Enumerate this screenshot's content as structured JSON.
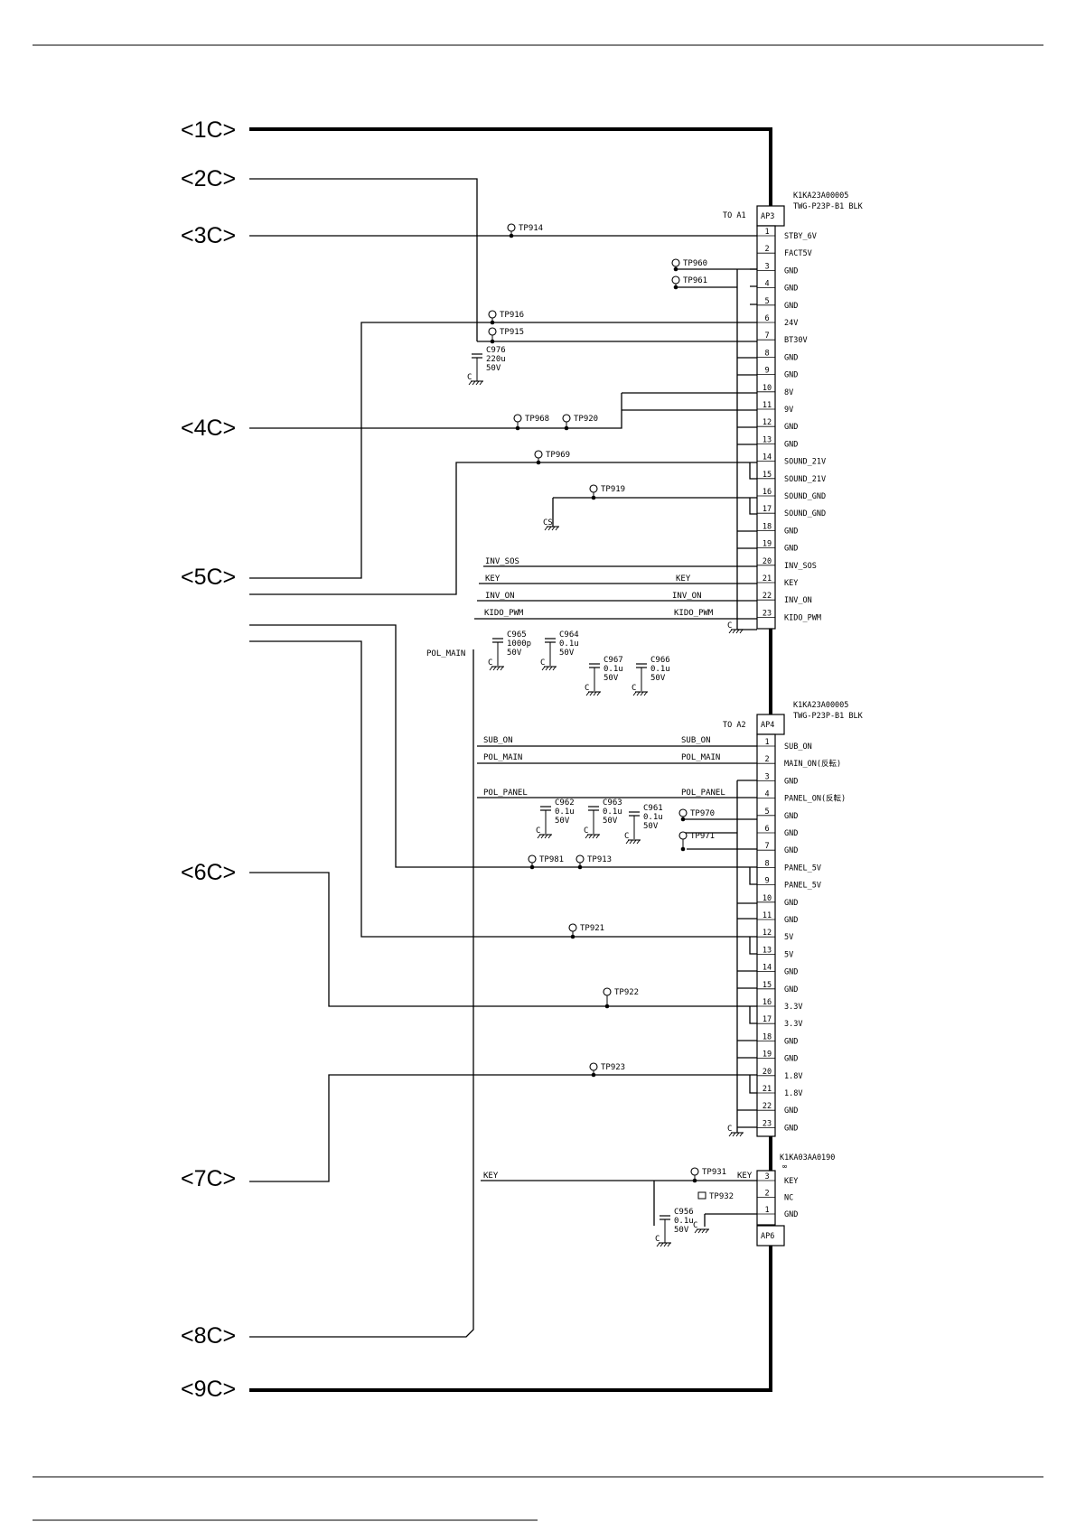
{
  "sheet_refs": [
    "<1C>",
    "<2C>",
    "<3C>",
    "<4C>",
    "<5C>",
    "<6C>",
    "<7C>",
    "<8C>",
    "<9C>"
  ],
  "connectors": [
    {
      "id": "AP3",
      "label": "AP3",
      "part_number": "K1KA23A00005",
      "type": "TWG-P23P-B1 BLK",
      "to": "TO A1",
      "pins": [
        "STBY_6V",
        "FACT5V",
        "GND",
        "GND",
        "GND",
        "24V",
        "BT30V",
        "GND",
        "GND",
        "8V",
        "9V",
        "GND",
        "GND",
        "SOUND_21V",
        "SOUND_21V",
        "SOUND_GND",
        "SOUND_GND",
        "GND",
        "GND",
        "INV_SOS",
        "KEY",
        "INV_ON",
        "KIDO_PWM"
      ]
    },
    {
      "id": "AP4",
      "label": "AP4",
      "part_number": "K1KA23A00005",
      "type": "TWG-P23P-B1 BLK",
      "to": "TO A2",
      "pins": [
        "SUB_ON",
        "MAIN_ON(反転)",
        "GND",
        "PANEL_ON(反転)",
        "GND",
        "GND",
        "GND",
        "PANEL_5V",
        "PANEL_5V",
        "GND",
        "GND",
        "5V",
        "5V",
        "GND",
        "GND",
        "3.3V",
        "3.3V",
        "GND",
        "GND",
        "1.8V",
        "1.8V",
        "GND",
        "GND"
      ]
    },
    {
      "id": "AP6",
      "label": "AP6",
      "part_number": "K1KA03AA0190",
      "suffix": "∞",
      "pins": [
        "KEY",
        "NC",
        "GND"
      ],
      "pin_numbers": [
        "3",
        "2",
        "1"
      ]
    }
  ],
  "test_points": [
    "TP914",
    "TP960",
    "TP961",
    "TP916",
    "TP915",
    "TP968",
    "TP920",
    "TP969",
    "TP919",
    "TP970",
    "TP971",
    "TP981",
    "TP913",
    "TP921",
    "TP922",
    "TP923",
    "TP931",
    "TP932"
  ],
  "capacitors": [
    {
      "ref": "C976",
      "value": "220u",
      "voltage": "50V"
    },
    {
      "ref": "C965",
      "value": "1000p",
      "voltage": "50V"
    },
    {
      "ref": "C964",
      "value": "0.1u",
      "voltage": "50V"
    },
    {
      "ref": "C967",
      "value": "0.1u",
      "voltage": "50V"
    },
    {
      "ref": "C966",
      "value": "0.1u",
      "voltage": "50V"
    },
    {
      "ref": "C962",
      "value": "0.1u",
      "voltage": "50V"
    },
    {
      "ref": "C963",
      "value": "0.1u",
      "voltage": "50V"
    },
    {
      "ref": "C961",
      "value": "0.1u",
      "voltage": "50V"
    },
    {
      "ref": "C956",
      "value": "0.1u",
      "voltage": "50V"
    }
  ],
  "net_labels": {
    "inv_sos": "INV_SOS",
    "key": "KEY",
    "inv_on": "INV_ON",
    "kido_pwm": "KIDO_PWM",
    "pol_main": "POL_MAIN",
    "sub_on": "SUB_ON",
    "pol_panel": "POL_PANEL"
  },
  "ground_labels": {
    "c": "C",
    "cs": "CS"
  }
}
